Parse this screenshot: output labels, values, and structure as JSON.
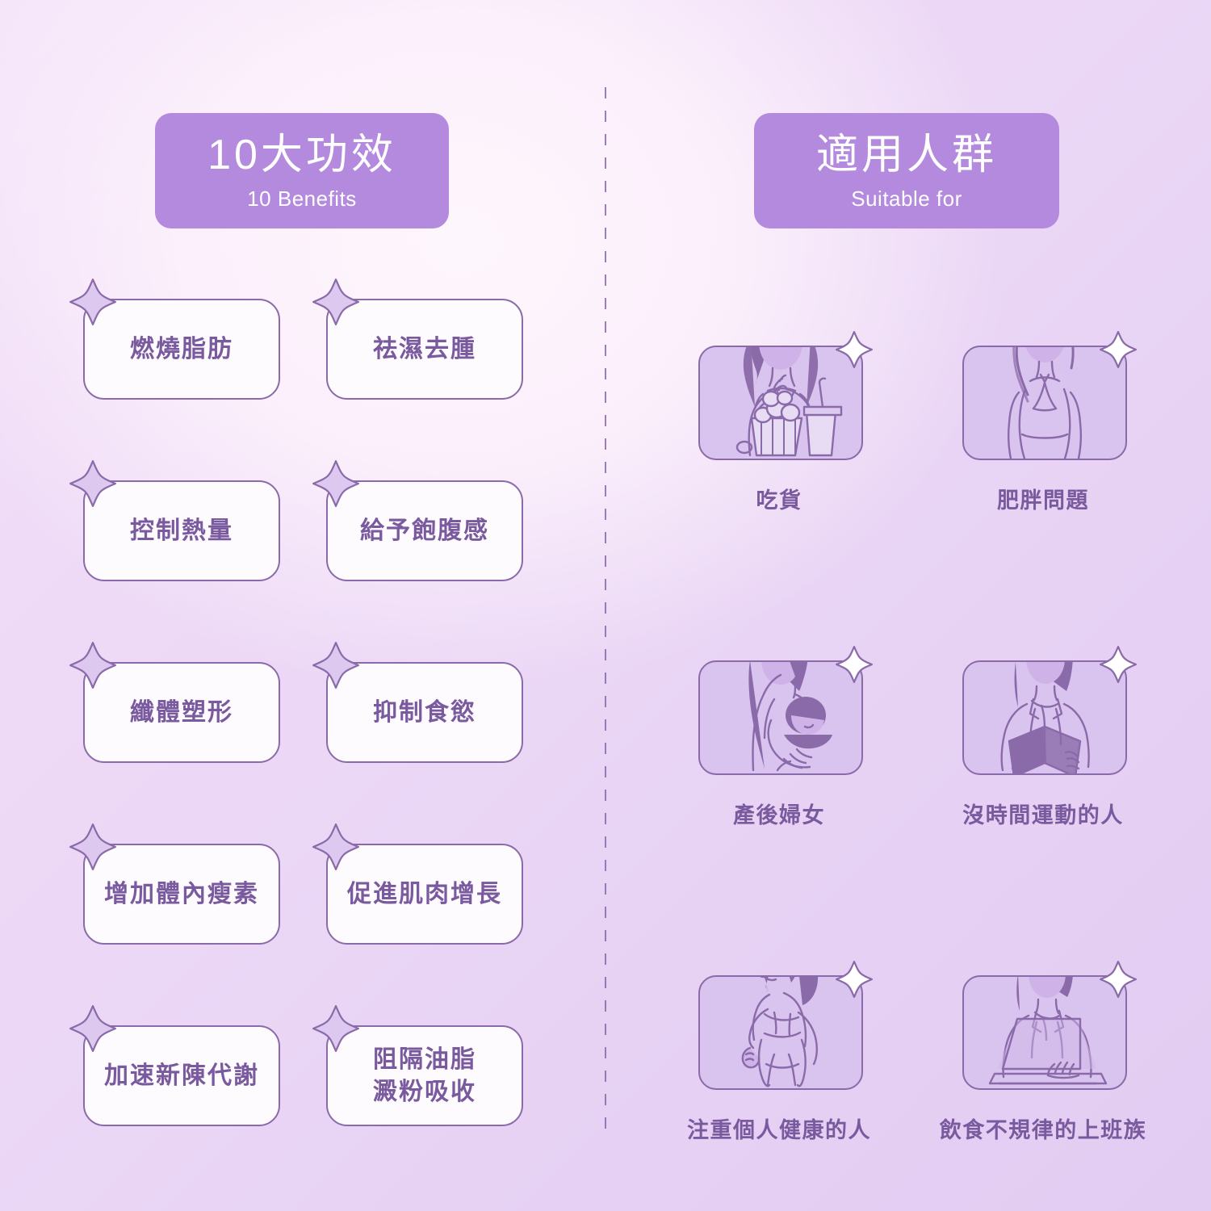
{
  "colors": {
    "badge": "#b48ade",
    "outline": "#8a6aa8",
    "text": "#7a5a9e",
    "card_fill": "#d9c4ef",
    "pill_fill": "#fefbff",
    "sparkle_fill": "#ddc8ef",
    "bg_light": "#fff7fd",
    "bg_lavender": "#e2ccf2"
  },
  "left_section": {
    "title_cn": "10大功效",
    "title_en": "10 Benefits",
    "benefits": [
      {
        "label": "燃燒脂肪",
        "col": 0,
        "row": 0
      },
      {
        "label": "祛濕去腫",
        "col": 1,
        "row": 0
      },
      {
        "label": "控制熱量",
        "col": 0,
        "row": 1
      },
      {
        "label": "給予飽腹感",
        "col": 1,
        "row": 1
      },
      {
        "label": "纖體塑形",
        "col": 0,
        "row": 2
      },
      {
        "label": "抑制食慾",
        "col": 1,
        "row": 2
      },
      {
        "label": "增加體內瘦素",
        "col": 0,
        "row": 3
      },
      {
        "label": "促進肌肉增長",
        "col": 1,
        "row": 3
      },
      {
        "label": "加速新陳代謝",
        "col": 0,
        "row": 4
      },
      {
        "label": "阻隔油脂\n澱粉吸收",
        "col": 1,
        "row": 4
      }
    ]
  },
  "right_section": {
    "title_cn": "適用人群",
    "title_en": "Suitable for",
    "audiences": [
      {
        "label": "吃貨",
        "icon": "woman-eating-popcorn-icon"
      },
      {
        "label": "肥胖問題",
        "icon": "woman-body-shape-icon"
      },
      {
        "label": "產後婦女",
        "icon": "mother-breastfeeding-baby-icon"
      },
      {
        "label": "沒時間運動的人",
        "icon": "businesswoman-reading-book-icon"
      },
      {
        "label": "注重個人健康的人",
        "icon": "woman-jogging-icon"
      },
      {
        "label": "飲食不規律的上班族",
        "icon": "woman-at-laptop-icon"
      }
    ]
  }
}
